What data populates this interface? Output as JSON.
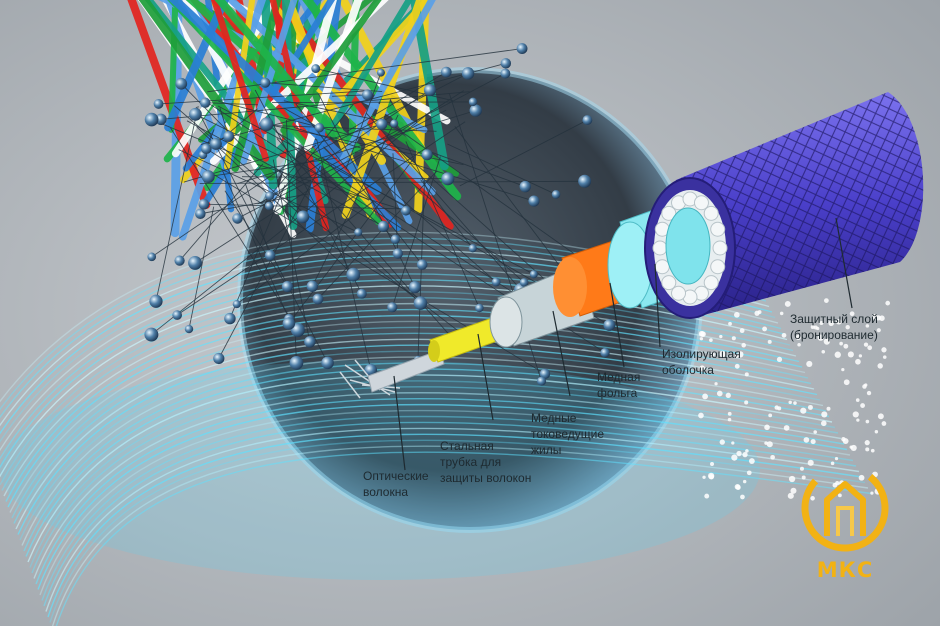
{
  "colors": {
    "background": "#a9aeb3",
    "glow": "#5fe6ff",
    "armor": "#4a3fc9",
    "insulation": "#8be8f0",
    "copper_foil": "#ff7a18",
    "steel_tube": "#f0ea2a",
    "logo": "#f2b214"
  },
  "labels": {
    "fibers": [
      "Оптические",
      "волокна"
    ],
    "steel_tube": [
      "Стальная",
      "трубка для",
      "защиты волокон"
    ],
    "copper_cores": [
      "Медные",
      "токоведущие",
      "жилы"
    ],
    "copper_foil": [
      "Медная",
      "фольга"
    ],
    "insulation": [
      "Изолирующая",
      "оболочка"
    ],
    "armor": [
      "Защитный слой",
      "(бронирование)"
    ]
  },
  "logo": {
    "text": "МКС"
  }
}
